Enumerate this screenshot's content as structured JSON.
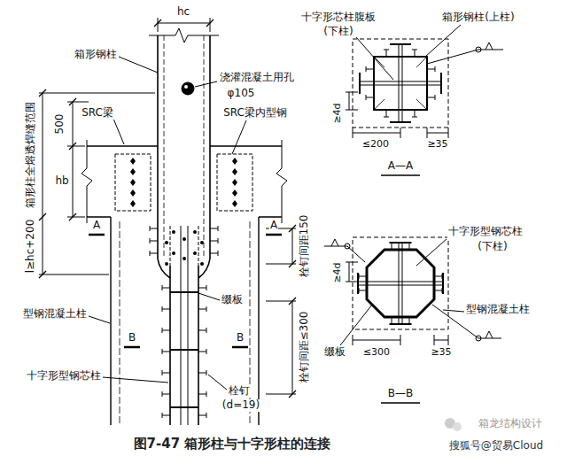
{
  "diagram": {
    "caption": "图7-47 箱形柱与十字形柱的连接",
    "labels": [
      "hc",
      "箱形钢柱",
      "浇灌混凝土用孔",
      "φ105",
      "500",
      "SRC梁",
      "SRC梁内型钢",
      "hb",
      "箱形柱全熔透焊缝范围",
      "l≥hc+200",
      "A",
      "A",
      "栓钉间距150",
      "缀板",
      "栓钉间距≤300",
      "型钢混凝土柱",
      "B",
      "B",
      "十字形型钢芯柱",
      "栓钉",
      "(d=19)",
      "十字形芯柱腹板",
      "(下柱)",
      "箱形钢柱(上柱)",
      "≥4d",
      "≤200",
      "≥35",
      "A—A",
      "≥4d",
      "十字形型钢芯柱",
      "(下柱)",
      "型钢混凝土柱",
      "缀板",
      "≤300",
      "≥35",
      "B—B",
      "箱龙结构设计",
      "搜狐号@贸易Cloud"
    ]
  }
}
